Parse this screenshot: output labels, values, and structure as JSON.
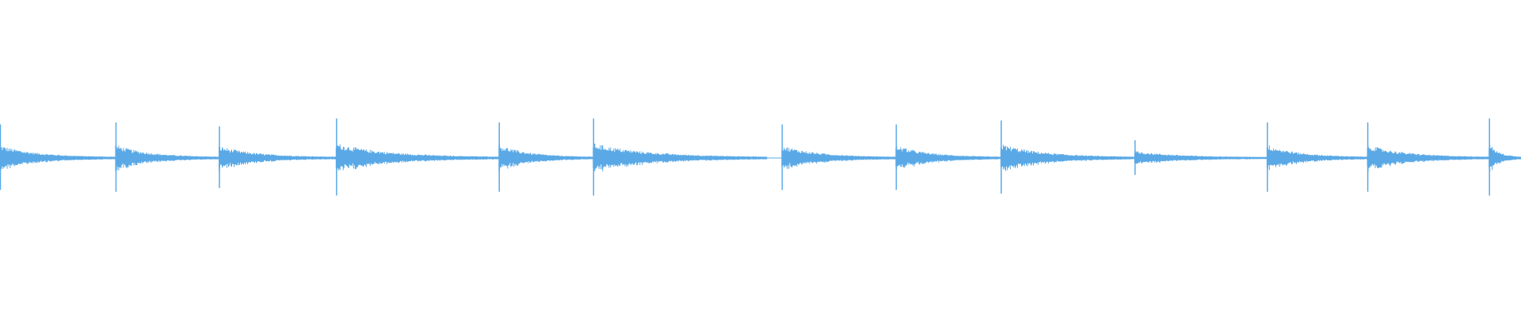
{
  "waveform": {
    "color": "#5aa9e6",
    "duration_pct_note": "",
    "onsets": [
      {
        "t": 0.0,
        "amp": 0.85
      },
      {
        "t": 0.076,
        "amp": 0.9
      },
      {
        "t": 0.144,
        "amp": 0.8
      },
      {
        "t": 0.221,
        "amp": 1.0
      },
      {
        "t": 0.328,
        "amp": 0.9
      },
      {
        "t": 0.39,
        "amp": 1.0
      },
      {
        "t": 0.514,
        "amp": 0.85
      },
      {
        "t": 0.589,
        "amp": 0.85
      },
      {
        "t": 0.658,
        "amp": 0.95
      },
      {
        "t": 0.746,
        "amp": 0.45
      },
      {
        "t": 0.833,
        "amp": 0.9
      },
      {
        "t": 0.899,
        "amp": 0.9
      },
      {
        "t": 0.979,
        "amp": 1.0
      }
    ]
  }
}
